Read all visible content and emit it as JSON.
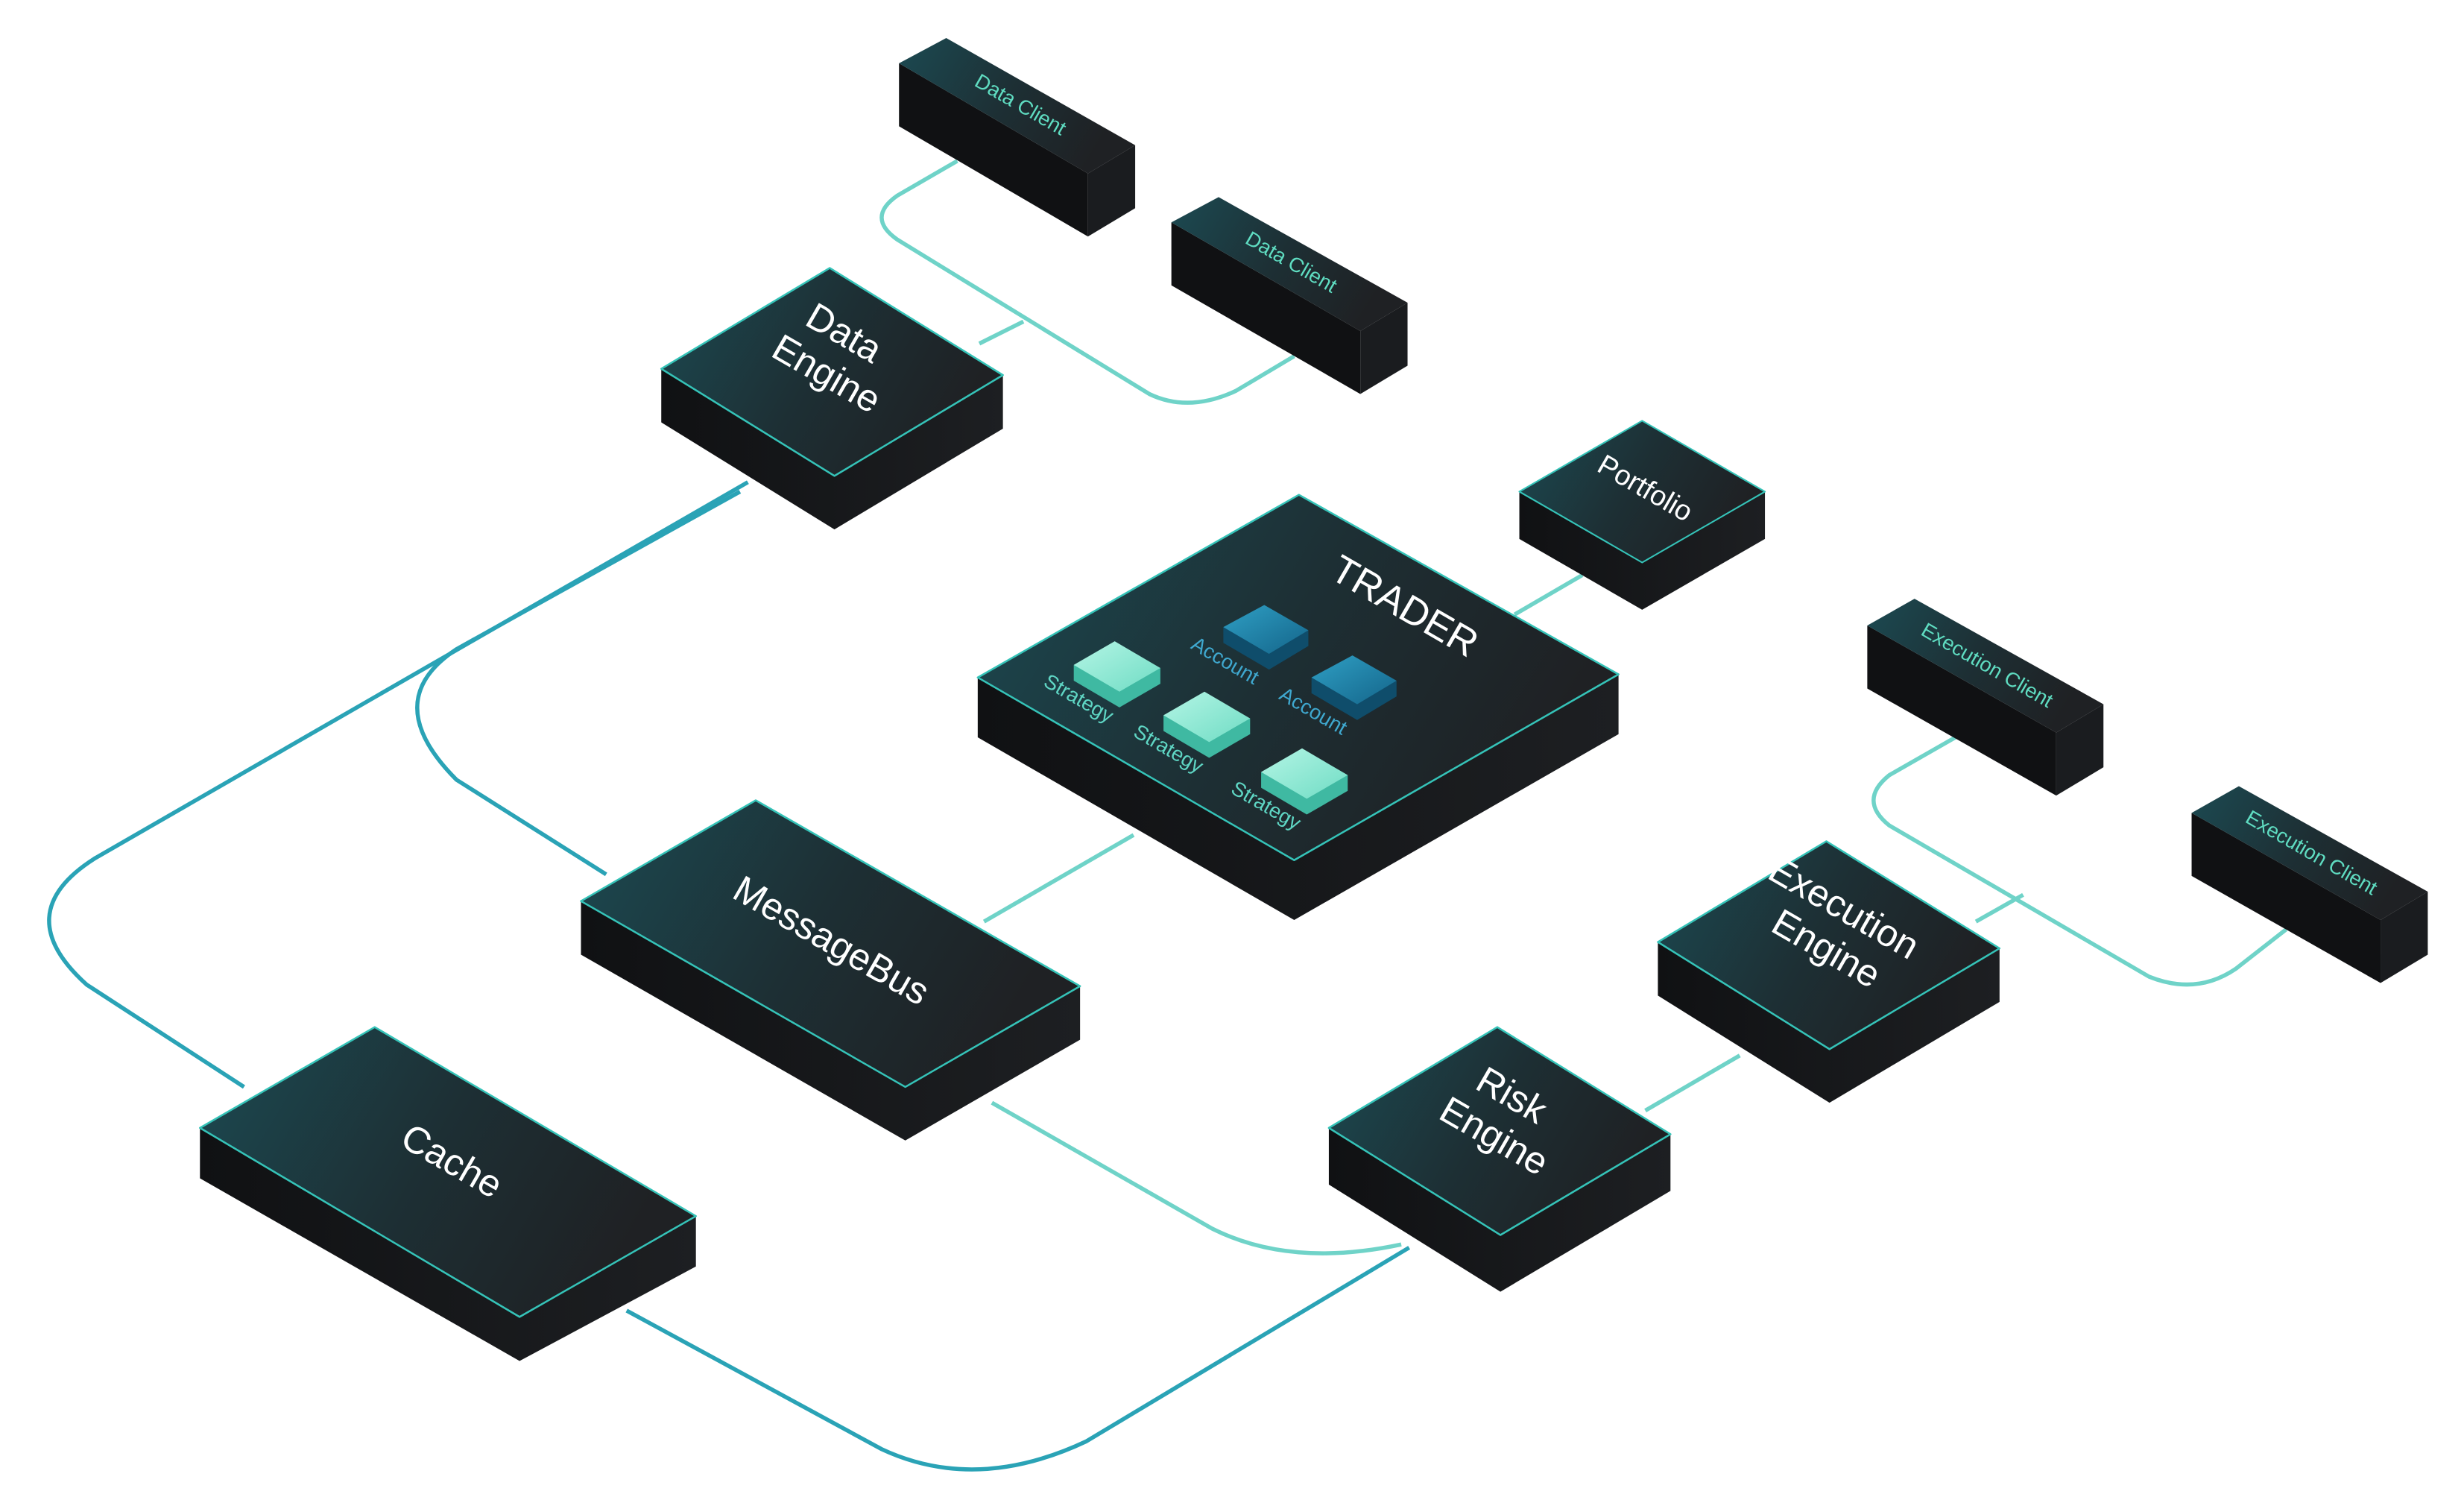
{
  "components": {
    "data_client_1": "Data Client",
    "data_client_2": "Data Client",
    "data_engine": [
      "Data",
      "Engine"
    ],
    "portfolio": "Portfolio",
    "trader": "TRADER",
    "account_1": "Account",
    "account_2": "Account",
    "strategy_1": "Strategy",
    "strategy_2": "Strategy",
    "strategy_3": "Strategy",
    "execution_client_1": "Execution Client",
    "execution_client_2": "Execution Client",
    "message_bus": "MessageBus",
    "execution_engine": [
      "Execution",
      "Engine"
    ],
    "risk_engine": [
      "Risk",
      "Engine"
    ],
    "cache": "Cache"
  },
  "colors": {
    "box_top_start": "#1c4a52",
    "box_top_end": "#1f2124",
    "box_side": "#141517",
    "edge_glow": "#35c3b8",
    "connector": "#6fd3c8",
    "strategy_tile": "#7fe6cf",
    "account_tile": "#1f8bb3"
  }
}
